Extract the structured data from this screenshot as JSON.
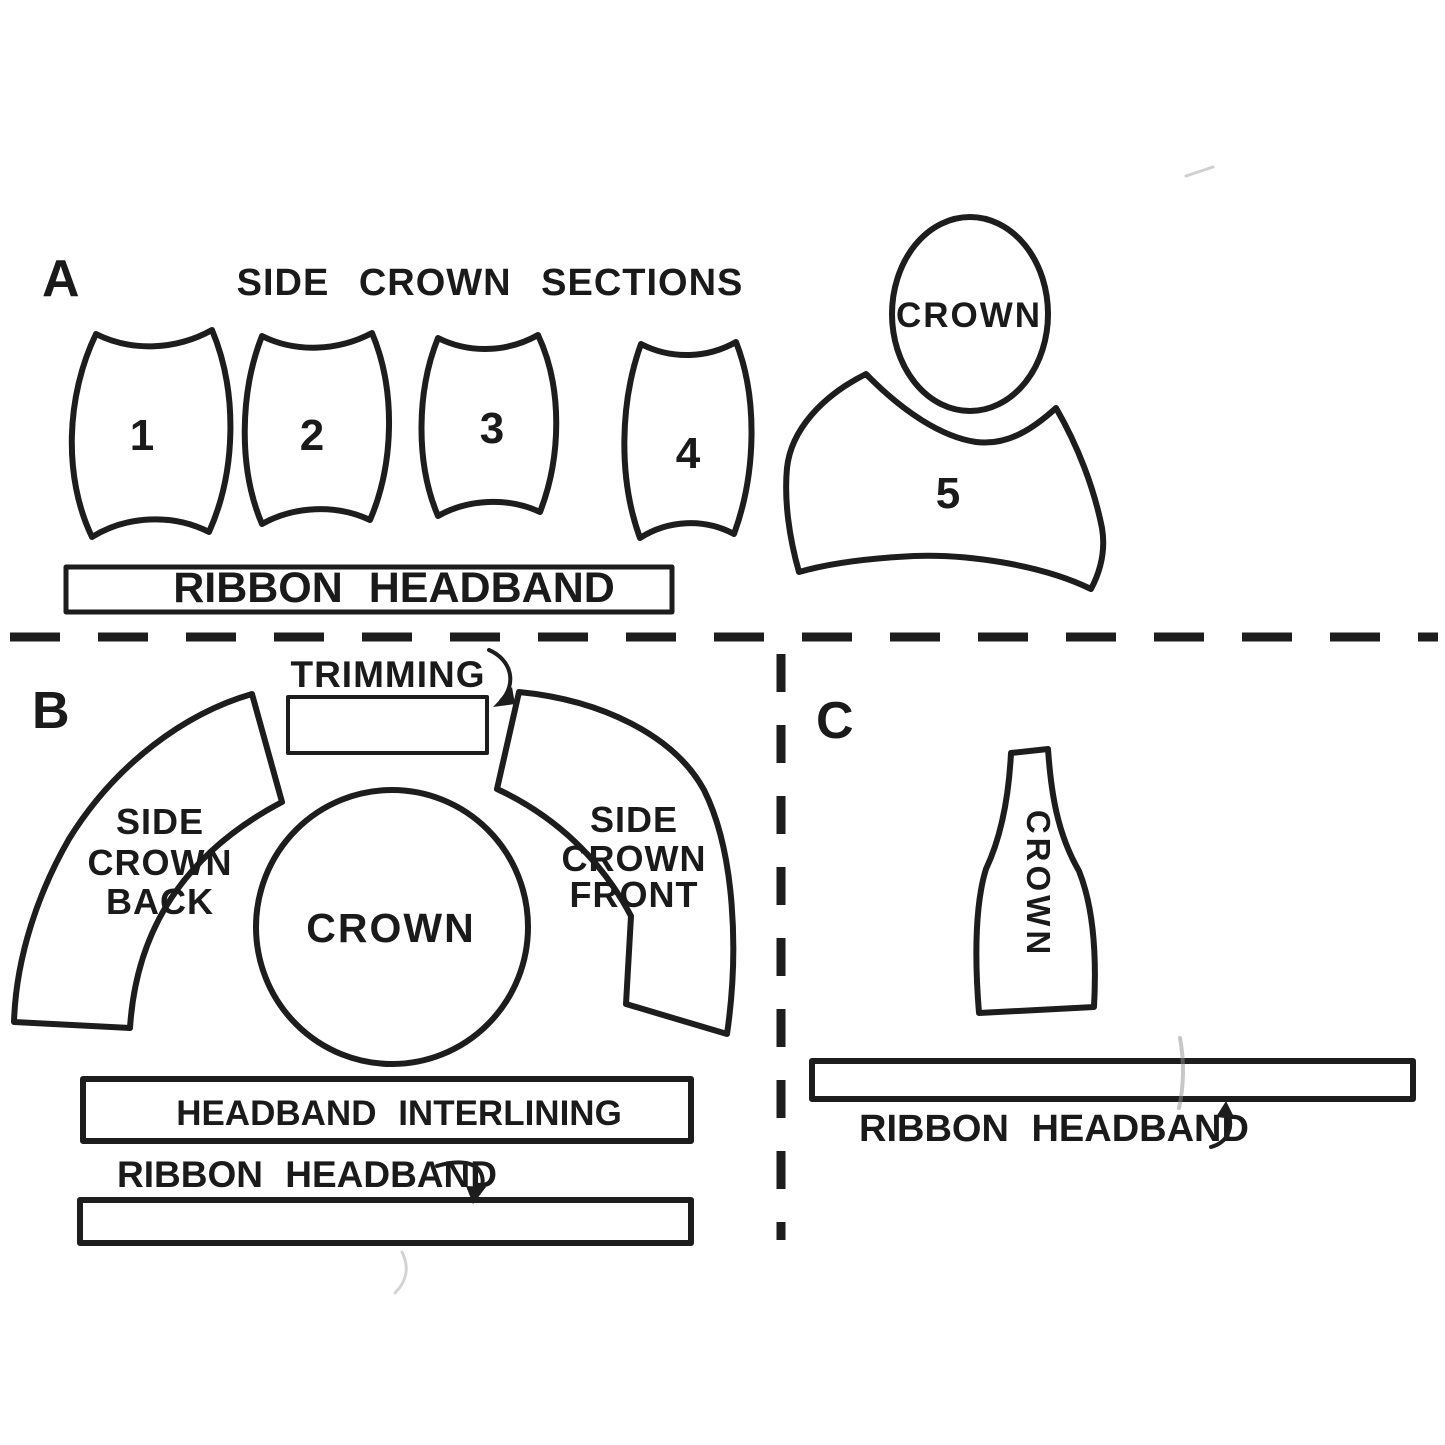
{
  "page": {
    "kind": "vintage hat sewing pattern cutting diagram",
    "paper_color": "#ffffff",
    "ink_color": "#1d1d1d"
  },
  "sections": {
    "a": {
      "label": "A",
      "title": "SIDE CROWN SECTIONS",
      "piece_numbers": [
        "1",
        "2",
        "3",
        "4",
        "5"
      ],
      "crown_label": "CROWN",
      "ribbon_label": "RIBBON HEADBAND"
    },
    "b": {
      "label": "B",
      "trimming_label": "TRIMMING",
      "side_crown_back": [
        "SIDE",
        "CROWN",
        "BACK"
      ],
      "side_crown_front": [
        "SIDE",
        "CROWN",
        "FRONT"
      ],
      "crown_label": "CROWN",
      "interlining_label": "HEADBAND  INTERLINING",
      "ribbon_label": "RIBBON HEADBAND"
    },
    "c": {
      "label": "C",
      "crown_label": "CROWN",
      "ribbon_label": "RIBBON  HEADBAND"
    }
  },
  "icons": {
    "trimming_arrow": "curved-arrow-down",
    "ribbon_arrow_b": "curved-arrow-down",
    "ribbon_arrow_c": "curved-arrow-up"
  }
}
